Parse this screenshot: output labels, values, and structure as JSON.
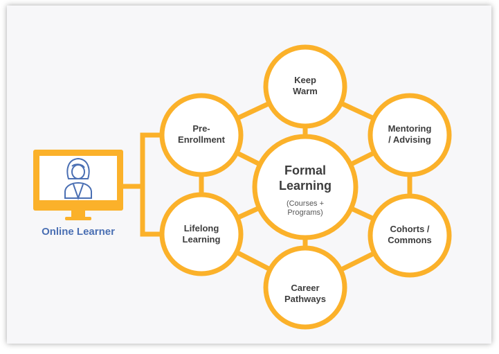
{
  "diagram": {
    "learner": {
      "label": "Online Learner",
      "icon": "user-avatar-icon"
    },
    "center": {
      "title_line1": "Formal",
      "title_line2": "Learning",
      "sub_line1": "(Courses +",
      "sub_line2": "Programs)"
    },
    "nodes": [
      {
        "id": "keep-warm",
        "line1": "Keep",
        "line2": "Warm"
      },
      {
        "id": "pre-enrollment",
        "line1": "Pre-",
        "line2": "Enrollment"
      },
      {
        "id": "mentoring",
        "line1": "Mentoring",
        "line2": "/ Advising"
      },
      {
        "id": "lifelong",
        "line1": "Lifelong",
        "line2": "Learning"
      },
      {
        "id": "cohorts",
        "line1": "Cohorts /",
        "line2": "Commons"
      },
      {
        "id": "career",
        "line1": "Career",
        "line2": "Pathways"
      }
    ],
    "colors": {
      "accent": "#fbb12a",
      "text": "#3d3d3d",
      "learner": "#4a6fb3",
      "background": "#f7f7f9"
    }
  }
}
